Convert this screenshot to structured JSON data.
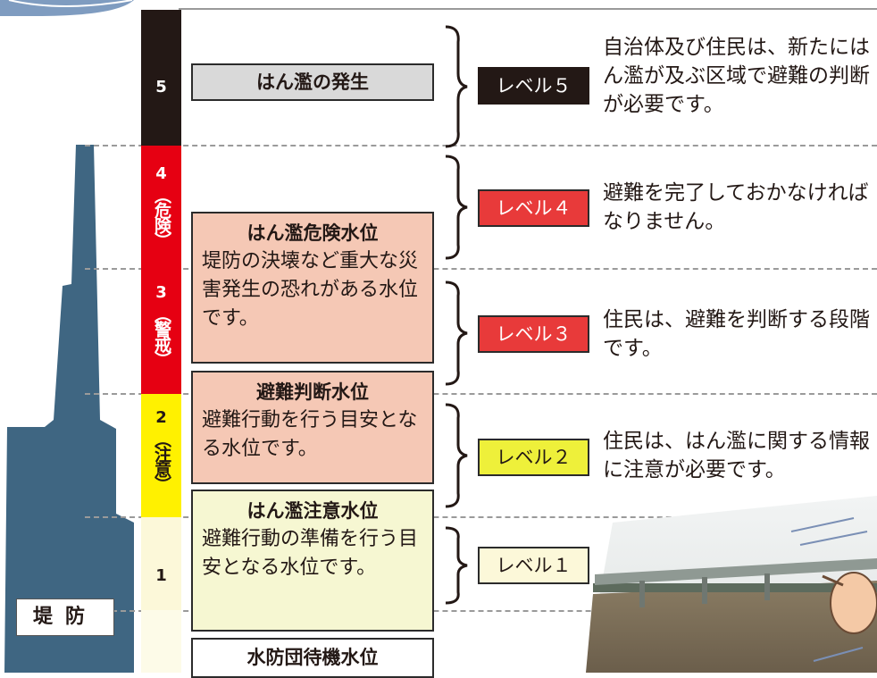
{
  "scale": [
    {
      "num": "5",
      "note": "",
      "bg": "#231815",
      "fg": "#ffffff"
    },
    {
      "num": "4",
      "note": "（危険）",
      "bg": "#e60012",
      "fg": "#ffffff"
    },
    {
      "num": "3",
      "note": "（警戒）",
      "bg": "#e60012",
      "fg": "#ffffff"
    },
    {
      "num": "2",
      "note": "（注意）",
      "bg": "#fff100",
      "fg": "#231815"
    },
    {
      "num": "1",
      "note": "",
      "bg": "#fcf8d9",
      "fg": "#231815"
    }
  ],
  "water_levels": {
    "occurrence": "はん濫の発生",
    "danger": {
      "title": "はん濫危険水位",
      "text": "堤防の決壊など重大な災害発生の恐れがある水位です。"
    },
    "evacuation": {
      "title": "避難判断水位",
      "text": "避難行動を行う目安となる水位です。"
    },
    "caution": {
      "title": "はん濫注意水位",
      "text": "避難行動の準備を行う目安となる水位です。"
    },
    "standby": "水防団待機水位"
  },
  "alert_levels": [
    {
      "label": "レベル５",
      "bg": "#231815",
      "fg": "#ffffff",
      "desc": "自治体及び住民は、新たにはん濫が及ぶ区域で避難の判断が必要です。"
    },
    {
      "label": "レベル４",
      "bg": "#e83a3a",
      "fg": "#ffffff",
      "desc": "避難を完了しておかなければなりません。"
    },
    {
      "label": "レベル３",
      "bg": "#e83a3a",
      "fg": "#ffffff",
      "desc": "住民は、避難を判断する段階です。"
    },
    {
      "label": "レベル２",
      "bg": "#eef03a",
      "fg": "#231815",
      "desc": "住民は、はん濫に関する情報に注意が必要です。"
    },
    {
      "label": "レベル１",
      "bg": "#fcf8d9",
      "fg": "#231815",
      "desc": ""
    }
  ],
  "dike_label": "堤防",
  "colors": {
    "dike": "#3f6682",
    "frame_stroke": "#7f9cc0",
    "pink": "#f5c8b5",
    "light_yellow": "#f6f7d2",
    "occurrence_gray": "#d9d9d9"
  }
}
